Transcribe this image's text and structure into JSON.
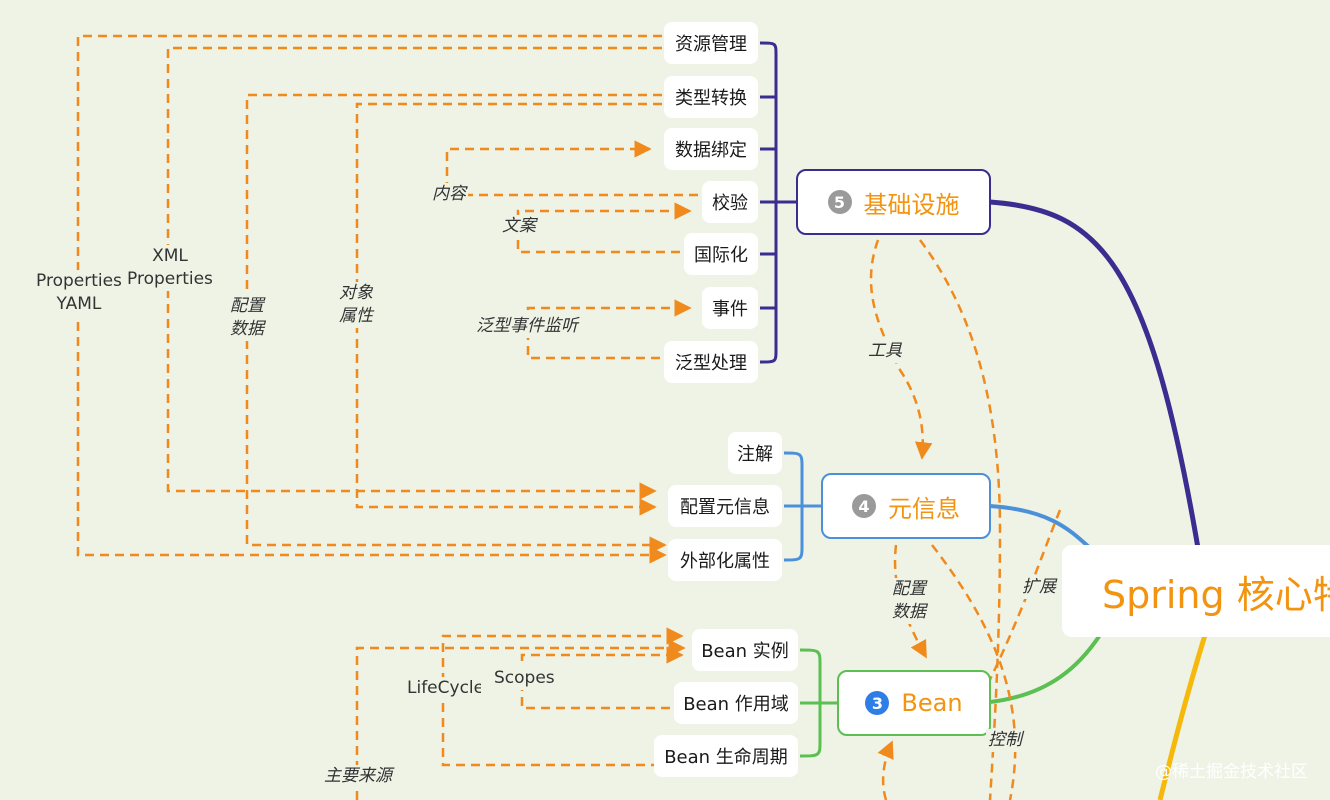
{
  "root": {
    "label": "Spring 核心特"
  },
  "hubs": {
    "infrastructure": {
      "badge": "5",
      "label": "基础设施",
      "color": "#3b2c8f"
    },
    "metadata": {
      "badge": "4",
      "label": "元信息",
      "color": "#4b90d9"
    },
    "bean": {
      "badge": "3",
      "label": "Bean",
      "color": "#5bbf52"
    }
  },
  "infrastructure_items": [
    "资源管理",
    "类型转换",
    "数据绑定",
    "校验",
    "国际化",
    "事件",
    "泛型处理"
  ],
  "metadata_items": [
    "注解",
    "配置元信息",
    "外部化属性"
  ],
  "bean_items": [
    "Bean 实例",
    "Bean 作用域",
    "Bean 生命周期"
  ],
  "labels": {
    "properties_yaml": [
      "Properties",
      "YAML"
    ],
    "xml_properties": [
      "XML",
      "Properties"
    ],
    "config_data": [
      "配置",
      "数据"
    ],
    "object_property": [
      "对象",
      "属性"
    ],
    "content": "内容",
    "copywriting": "文案",
    "generic_event_listener": "泛型事件监听",
    "tools": "工具",
    "extension": "扩展",
    "config_data_2": [
      "配置",
      "数据"
    ],
    "control": "控制",
    "lifecycle": "LifeCycle",
    "scopes": "Scopes",
    "main_source": "主要来源"
  },
  "watermark": "@稀土掘金技术社区",
  "colors": {
    "dashed": "#f08a1c",
    "background": "#eef3e6",
    "accent": "#f2940f"
  }
}
